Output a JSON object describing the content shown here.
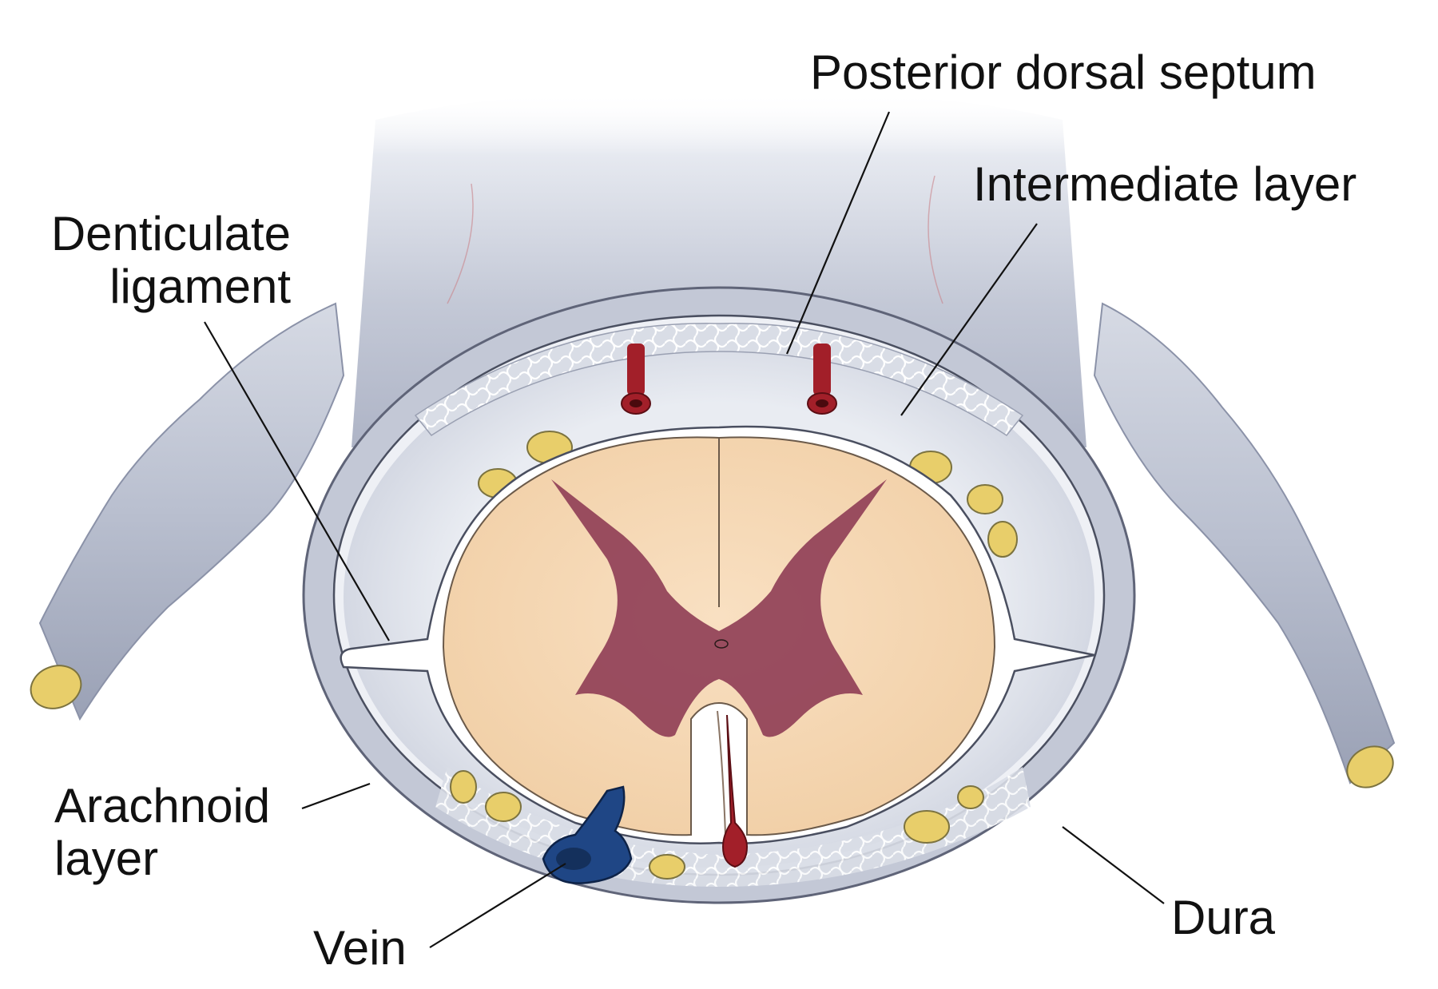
{
  "labels": {
    "posterior_dorsal_septum": "Posterior dorsal septum",
    "intermediate_layer": "Intermediate layer",
    "denticulate_ligament": [
      "Denticulate",
      "ligament"
    ],
    "arachnoid_layer": [
      "Arachnoid",
      "layer"
    ],
    "vein": "Vein",
    "dura": "Dura"
  },
  "colors": {
    "dura": "#c3c8d6",
    "dura_shadow": "#a3aabd",
    "csf_space": "#dfe3ec",
    "white_matter": "#f6d9b5",
    "gray_matter": "#93455a",
    "artery": "#a21f29",
    "vein": "#1f4685",
    "nerve_fascicle": "#e8ce6a",
    "leader_line": "#111111"
  }
}
